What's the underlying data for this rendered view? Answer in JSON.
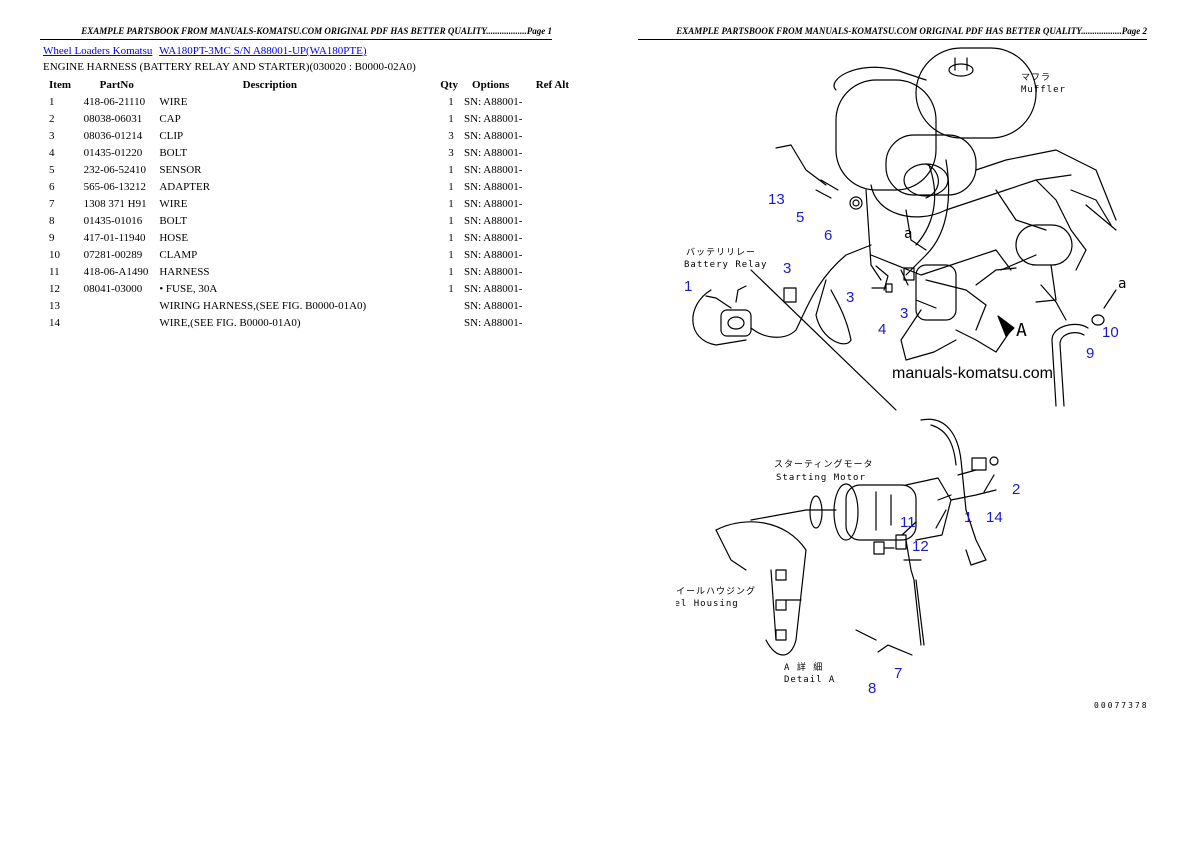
{
  "headers": {
    "left": "EXAMPLE PARTSBOOK FROM MANUALS-KOMATSU.COM ORIGINAL PDF HAS BETTER QUALITY..................Page 1",
    "right": "EXAMPLE PARTSBOOK FROM MANUALS-KOMATSU.COM ORIGINAL PDF HAS BETTER QUALITY..................Page 2"
  },
  "breadcrumb": {
    "link1": "Wheel Loaders Komatsu",
    "link2": "WA180PT-3MC S/N A88001-UP(WA180PTE)"
  },
  "subtitle": "ENGINE HARNESS (BATTERY RELAY AND STARTER)(030020 : B0000-02A0)",
  "table": {
    "columns": {
      "item": "Item",
      "partno": "PartNo",
      "description": "Description",
      "qty": "Qty",
      "options": "Options",
      "refalt": "Ref Alt"
    },
    "rows": [
      {
        "item": "1",
        "partno": "418-06-21110",
        "description": "WIRE",
        "qty": "1",
        "options": "SN: A88001-",
        "refalt": ""
      },
      {
        "item": "2",
        "partno": "08038-06031",
        "description": "CAP",
        "qty": "1",
        "options": "SN: A88001-",
        "refalt": ""
      },
      {
        "item": "3",
        "partno": "08036-01214",
        "description": "CLIP",
        "qty": "3",
        "options": "SN: A88001-",
        "refalt": ""
      },
      {
        "item": "4",
        "partno": "01435-01220",
        "description": "BOLT",
        "qty": "3",
        "options": "SN: A88001-",
        "refalt": ""
      },
      {
        "item": "5",
        "partno": "232-06-52410",
        "description": "SENSOR",
        "qty": "1",
        "options": "SN: A88001-",
        "refalt": ""
      },
      {
        "item": "6",
        "partno": "565-06-13212",
        "description": "ADAPTER",
        "qty": "1",
        "options": "SN: A88001-",
        "refalt": ""
      },
      {
        "item": "7",
        "partno": "1308 371 H91",
        "description": "WIRE",
        "qty": "1",
        "options": "SN: A88001-",
        "refalt": ""
      },
      {
        "item": "8",
        "partno": "01435-01016",
        "description": "BOLT",
        "qty": "1",
        "options": "SN: A88001-",
        "refalt": ""
      },
      {
        "item": "9",
        "partno": "417-01-11940",
        "description": "HOSE",
        "qty": "1",
        "options": "SN: A88001-",
        "refalt": ""
      },
      {
        "item": "10",
        "partno": "07281-00289",
        "description": "CLAMP",
        "qty": "1",
        "options": "SN: A88001-",
        "refalt": ""
      },
      {
        "item": "11",
        "partno": "418-06-A1490",
        "description": "HARNESS",
        "qty": "1",
        "options": "SN: A88001-",
        "refalt": ""
      },
      {
        "item": "12",
        "partno": "08041-03000",
        "description": "• FUSE, 30A",
        "qty": "1",
        "options": "SN: A88001-",
        "refalt": ""
      },
      {
        "item": "13",
        "partno": "",
        "description": "WIRING HARNESS,(SEE FIG. B0000-01A0)",
        "qty": "",
        "options": "SN: A88001-",
        "refalt": ""
      },
      {
        "item": "14",
        "partno": "",
        "description": "WIRE,(SEE FIG. B0000-01A0)",
        "qty": "",
        "options": "SN: A88001-",
        "refalt": ""
      }
    ]
  },
  "diagram": {
    "watermark": "manuals-komatsu.com",
    "label_muffler_jp": "マフラ",
    "label_muffler": "Muffler",
    "label_battery_relay_jp": "バッテリリレー",
    "label_battery_relay": "Battery Relay",
    "label_starting_motor_jp": "スターティングモータ",
    "label_starting_motor": "Starting Motor",
    "label_flywheel_jp": "フライホイールハウジング",
    "label_flywheel": "Flywheel Housing",
    "label_detail_jp": "A 詳 細",
    "label_detail": "Detail A",
    "letter_a1": "a",
    "letter_a2": "a",
    "letter_A": "A",
    "figure_code": "00077378",
    "callout_color": "#1a1acc",
    "callouts": [
      "13",
      "5",
      "6",
      "3",
      "1",
      "3",
      "4",
      "3",
      "10",
      "9",
      "2",
      "14",
      "1",
      "11",
      "12",
      "7",
      "8"
    ]
  }
}
